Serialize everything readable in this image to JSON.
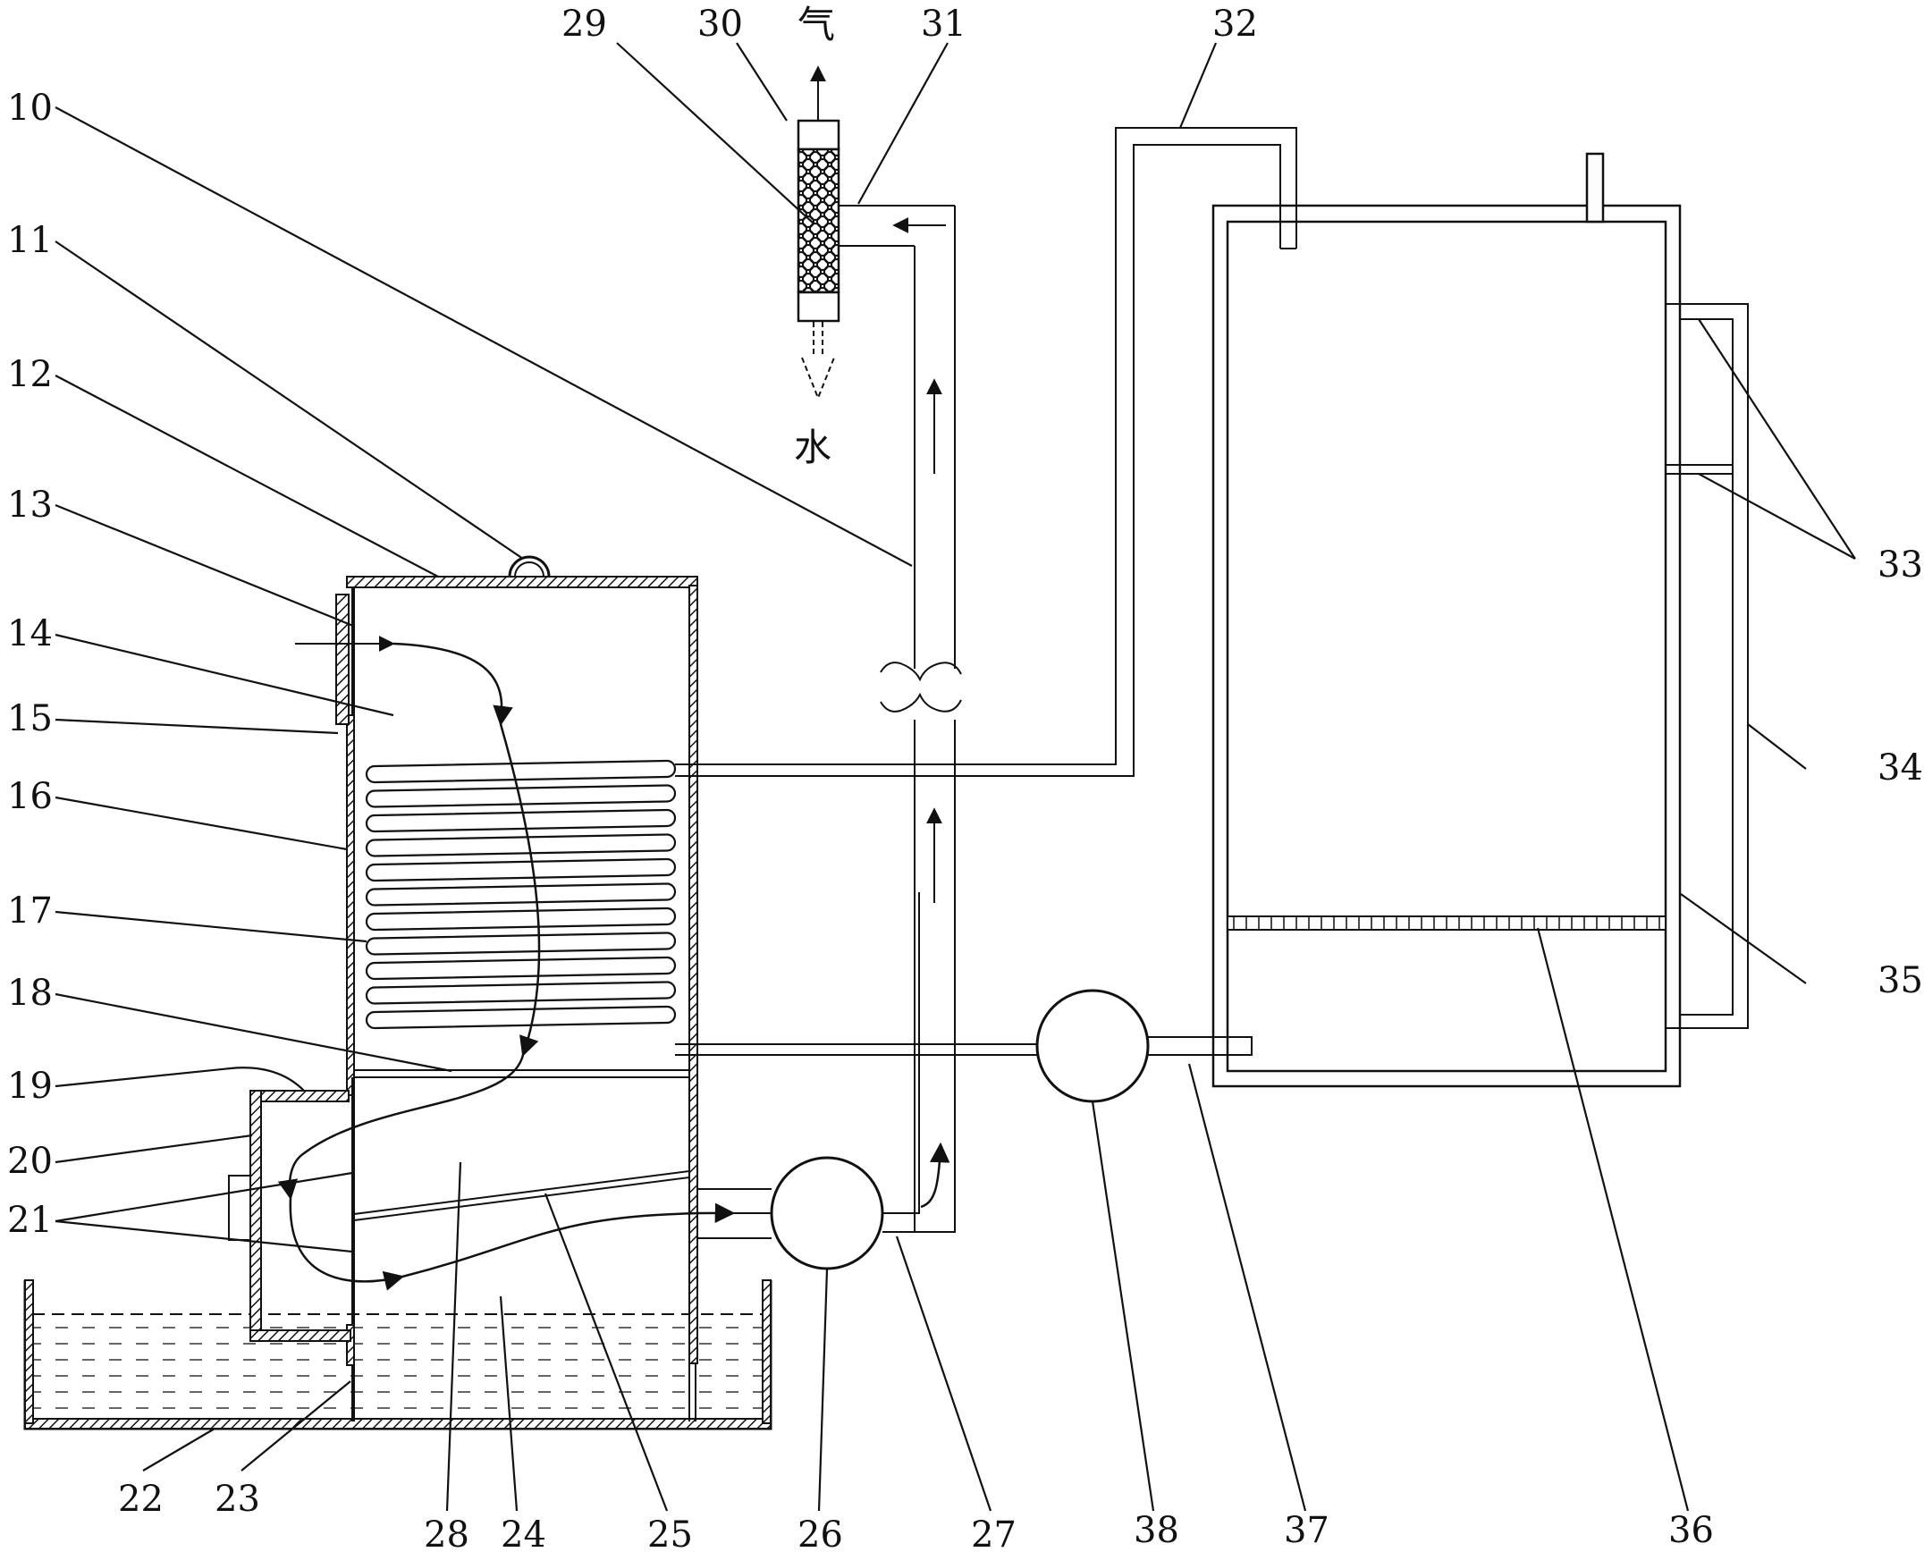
{
  "diagram": {
    "labels": {
      "n10": "10",
      "n11": "11",
      "n12": "12",
      "n13": "13",
      "n14": "14",
      "n15": "15",
      "n16": "16",
      "n17": "17",
      "n18": "18",
      "n19": "19",
      "n20": "20",
      "n21": "21",
      "n22": "22",
      "n23": "23",
      "n24": "24",
      "n25": "25",
      "n26": "26",
      "n27": "27",
      "n28": "28",
      "n29": "29",
      "n30": "30",
      "n31": "31",
      "n32": "32",
      "n33": "33",
      "n34": "34",
      "n35": "35",
      "n36": "36",
      "n37": "37",
      "n38": "38"
    },
    "outputs": {
      "gas": "气",
      "water": "水"
    }
  }
}
